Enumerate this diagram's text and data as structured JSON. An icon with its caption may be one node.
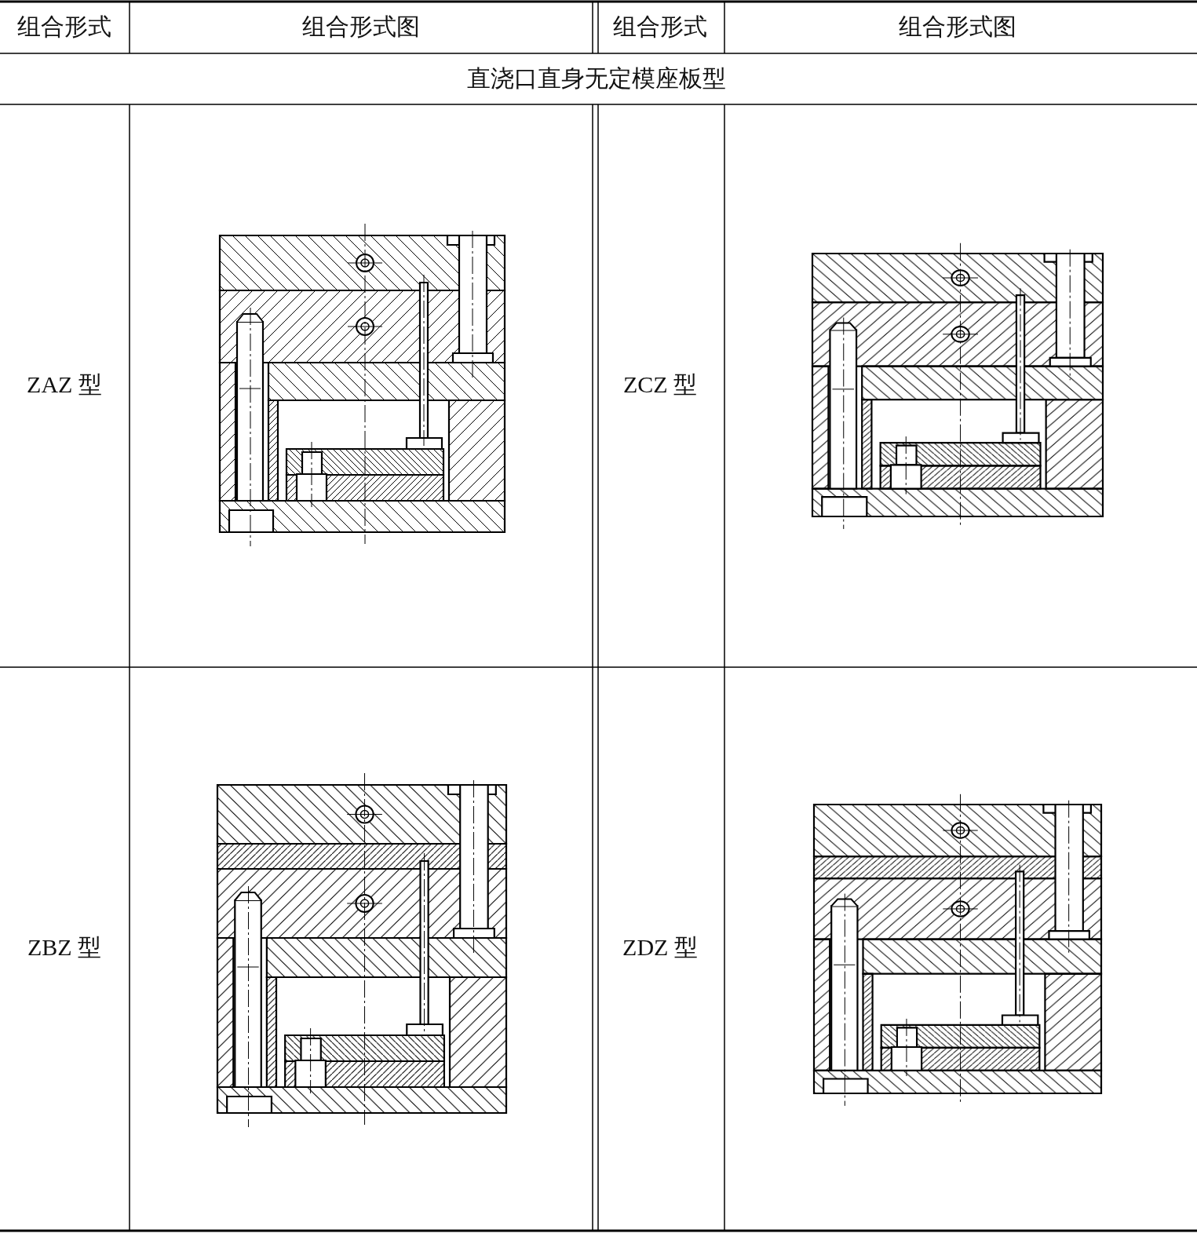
{
  "diagram": {
    "labels": [
      "组合形式",
      "组合形式图",
      "组合形式",
      "组合形式图",
      "直浇口直身无定模座板型",
      "ZAZ 型",
      "ZCZ 型",
      "ZBZ 型",
      "ZDZ 型"
    ]
  }
}
